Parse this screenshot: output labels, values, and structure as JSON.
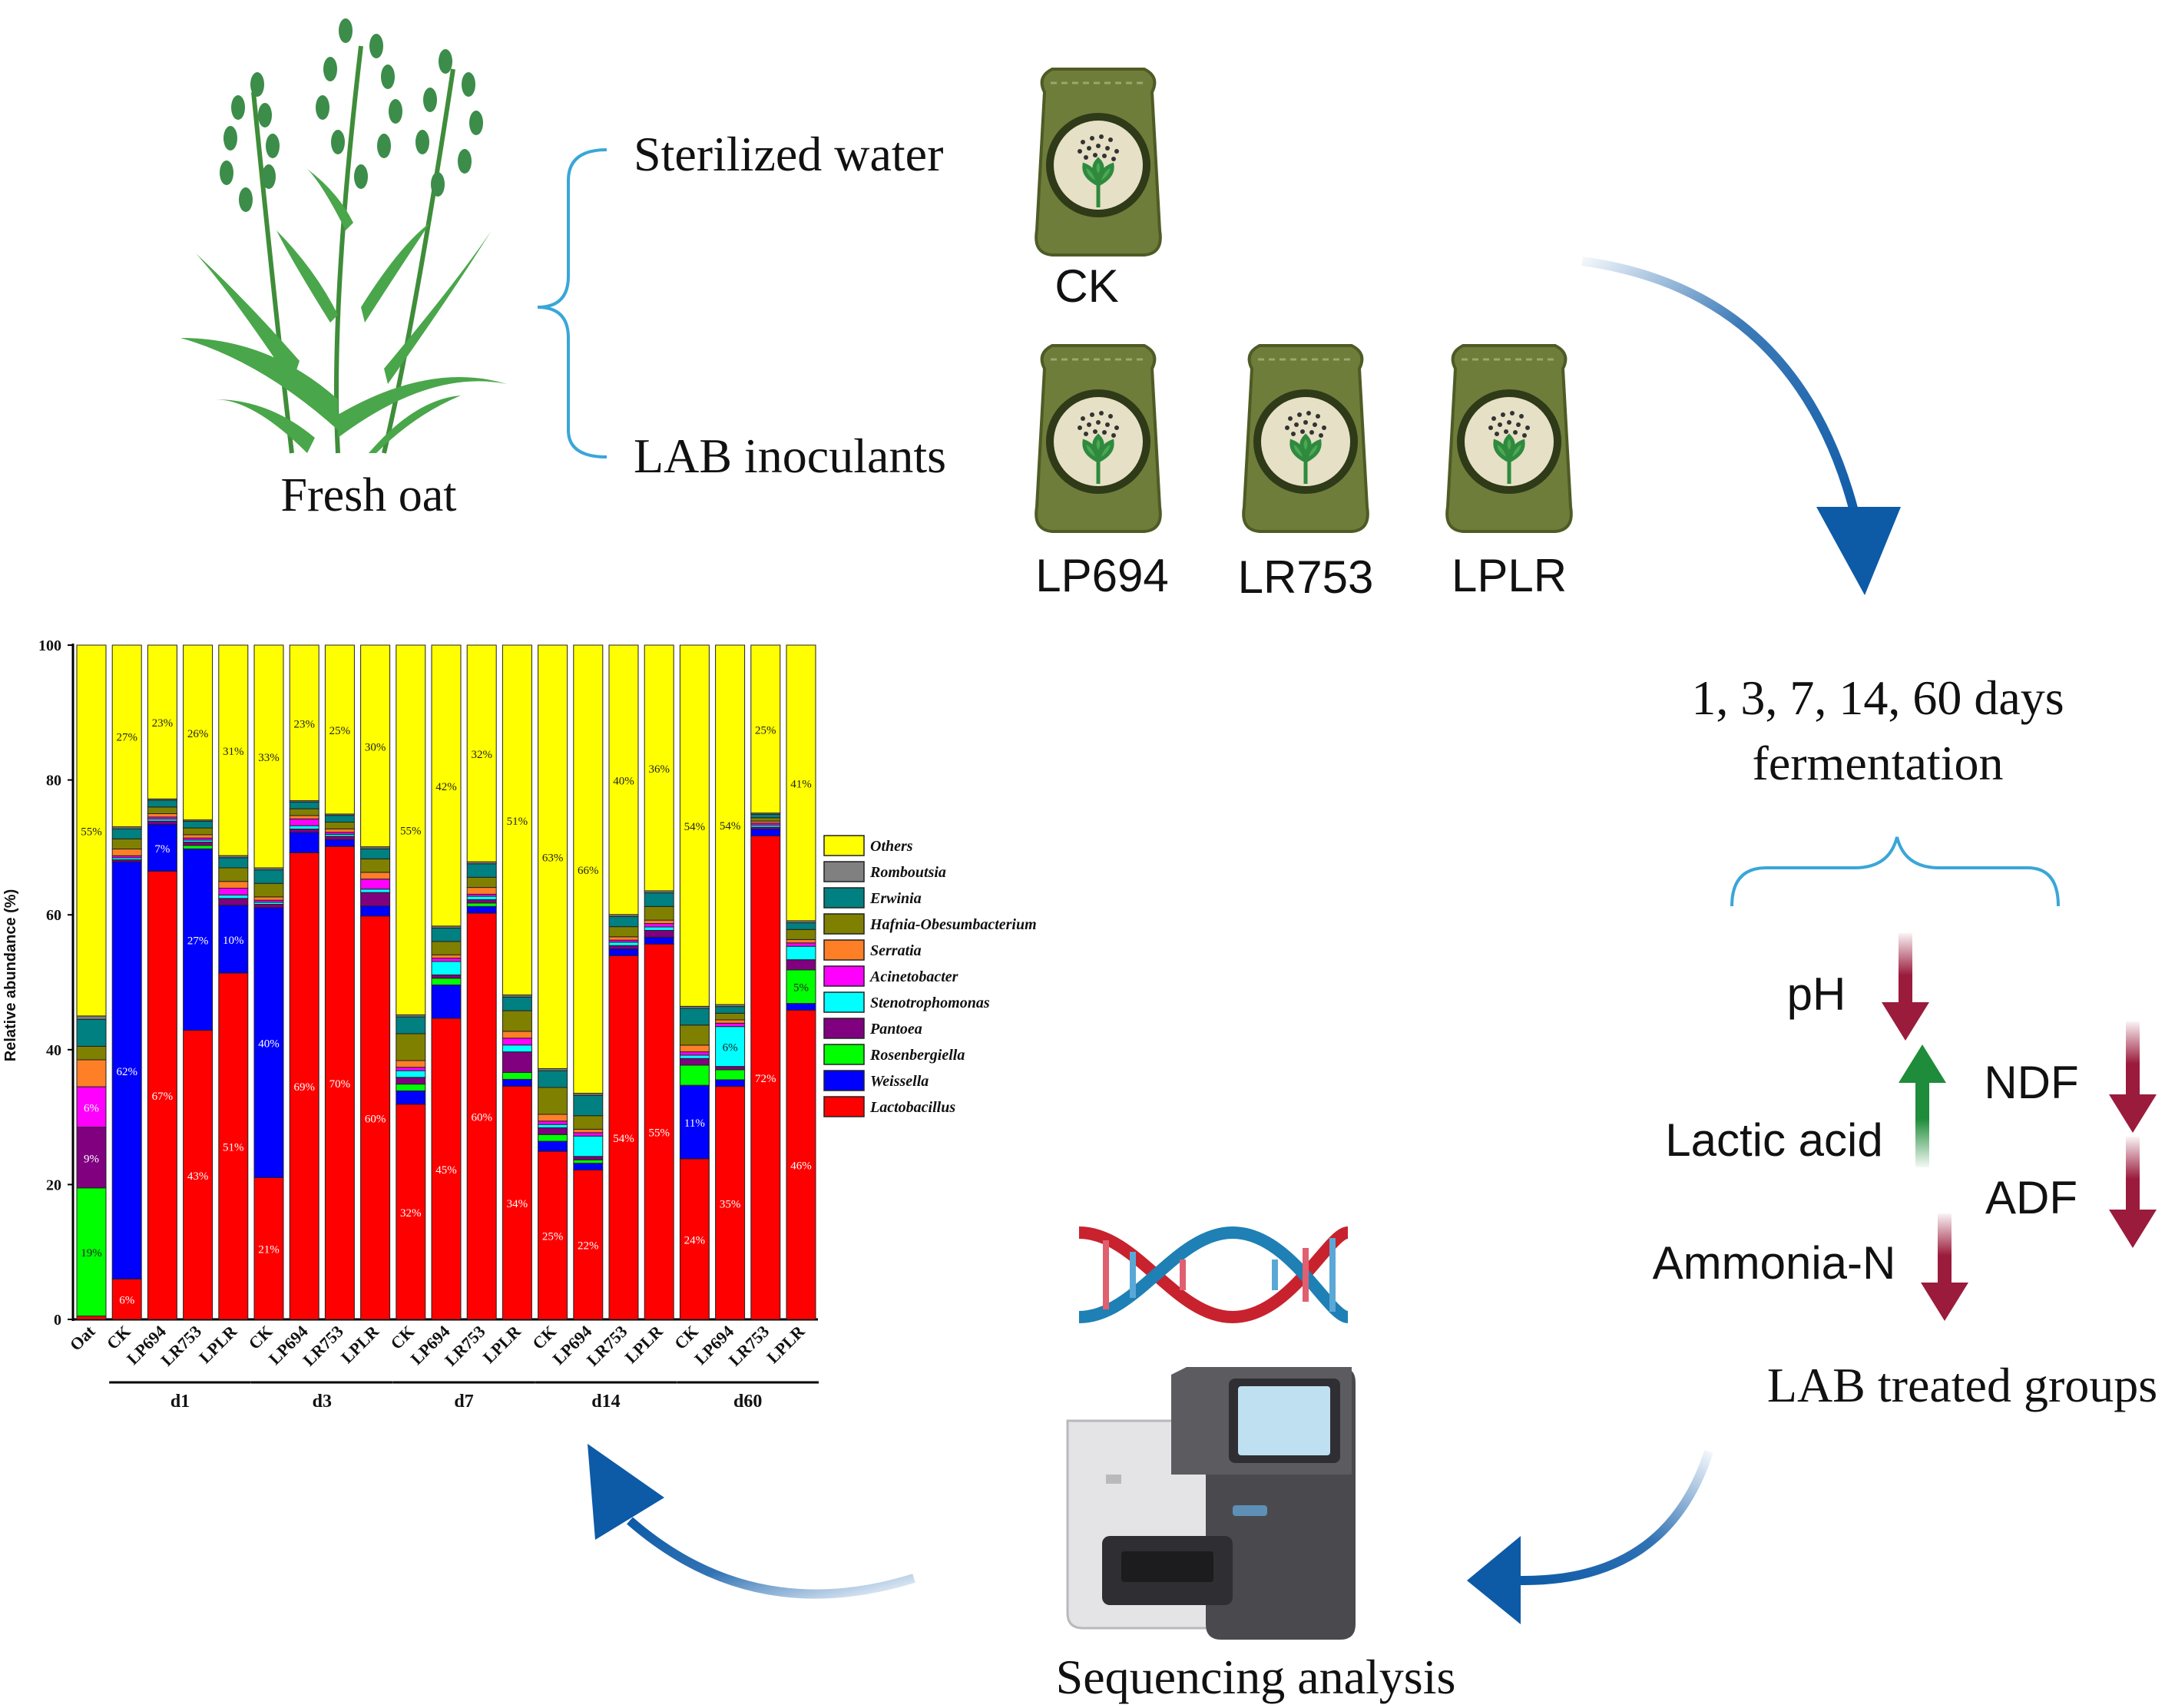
{
  "labels": {
    "fresh_oat": "Fresh oat",
    "sterilized_water": "Sterilized water",
    "lab_inoculants": "LAB inoculants",
    "ck": "CK",
    "lp694": "LP694",
    "lr753": "LR753",
    "lplr": "LPLR",
    "fermentation_line1": "1, 3, 7, 14, 60 days",
    "fermentation_line2": "fermentation",
    "ph": "pH",
    "lactic_acid": "Lactic acid",
    "ammonia_n": "Ammonia-N",
    "ndf": "NDF",
    "adf": "ADF",
    "lab_treated_groups": "LAB treated groups",
    "sequencing_analysis": "Sequencing analysis"
  },
  "colors": {
    "arrow_blue": "#0d5aa7",
    "down_arrow": "#9b1b3c",
    "up_arrow": "#1e8c3a",
    "brace_blue": "#3aa6d8",
    "bag_green": "#6e7d3a",
    "dna_red": "#c8222e",
    "dna_blue": "#1e80b4"
  },
  "chart_data": {
    "type": "bar",
    "stacked": true,
    "ylabel": "Relative abundance (%)",
    "ylim": [
      0,
      100
    ],
    "yticks": [
      "0",
      "20",
      "40",
      "60",
      "80",
      "100"
    ],
    "categories": [
      "Oat",
      "CK",
      "LP694",
      "LR753",
      "LPLR",
      "CK",
      "LP694",
      "LR753",
      "LPLR",
      "CK",
      "LP694",
      "LR753",
      "LPLR",
      "CK",
      "LP694",
      "LR753",
      "LPLR",
      "CK",
      "LP694",
      "LR753",
      "LPLR"
    ],
    "groups": [
      {
        "name": "d1",
        "from": 1,
        "to": 4
      },
      {
        "name": "d3",
        "from": 5,
        "to": 8
      },
      {
        "name": "d7",
        "from": 9,
        "to": 12
      },
      {
        "name": "d14",
        "from": 13,
        "to": 16
      },
      {
        "name": "d60",
        "from": 17,
        "to": 20
      }
    ],
    "legend_position": "right",
    "series": [
      {
        "name": "Lactobacillus",
        "color": "#ff0000",
        "values": [
          0.5,
          6,
          67,
          43,
          51,
          21,
          69,
          70,
          60,
          32,
          45,
          60,
          34,
          25,
          22,
          54,
          55,
          24,
          35,
          72,
          46
        ]
      },
      {
        "name": "Weissella",
        "color": "#0000ff",
        "values": [
          0,
          62,
          7,
          27,
          10,
          40,
          3,
          1,
          1.5,
          2,
          5,
          1,
          1,
          1.5,
          1,
          1,
          1,
          11,
          1,
          1,
          1
        ]
      },
      {
        "name": "Rosenbergiella",
        "color": "#00ff00",
        "values": [
          19,
          0,
          0,
          0.5,
          0,
          0,
          0,
          0,
          0,
          1,
          1,
          0.5,
          1,
          1,
          0.5,
          0,
          0,
          3,
          1.5,
          0,
          5
        ]
      },
      {
        "name": "Pantoea",
        "color": "#800080",
        "values": [
          9,
          0.3,
          0.5,
          0.5,
          1,
          0.5,
          0.5,
          0.5,
          2,
          1,
          0.5,
          0.5,
          3,
          1,
          0.5,
          0.5,
          1,
          1,
          0.5,
          0.3,
          1.5
        ]
      },
      {
        "name": "Stenotrophomonas",
        "color": "#00ffff",
        "values": [
          0,
          0.3,
          0.3,
          0.3,
          0.5,
          0.3,
          0.5,
          0.3,
          0.5,
          1,
          2,
          0.5,
          1,
          0.5,
          3,
          0.5,
          0.5,
          0.5,
          6,
          0.3,
          2
        ]
      },
      {
        "name": "Acinetobacter",
        "color": "#ff00ff",
        "values": [
          6,
          0.3,
          0.3,
          0.3,
          1,
          0.3,
          1,
          0.3,
          1.5,
          0.5,
          0.5,
          0.3,
          1,
          0.5,
          0.5,
          0.3,
          0.5,
          0.5,
          0.5,
          0.3,
          0.5
        ]
      },
      {
        "name": "Serratia",
        "color": "#ff7f27",
        "values": [
          4,
          1,
          0.5,
          0.5,
          1,
          0.5,
          0.5,
          0.5,
          1,
          1,
          0.5,
          1,
          1,
          1,
          0.5,
          0.5,
          0.5,
          1,
          0.5,
          0.3,
          0.5
        ]
      },
      {
        "name": "Hafnia-Obesumbacterium",
        "color": "#808000",
        "values": [
          2,
          1.5,
          1,
          1,
          2,
          2,
          1,
          1,
          2,
          4,
          2,
          1.5,
          3,
          4,
          2,
          1.5,
          2,
          3,
          1,
          0.5,
          1.5
        ]
      },
      {
        "name": "Erwinia",
        "color": "#008080",
        "values": [
          4,
          1.5,
          1,
          1,
          1.5,
          2,
          1,
          1,
          1.5,
          2.5,
          2,
          2,
          2,
          2.5,
          3,
          1.5,
          2,
          2.5,
          1,
          0.5,
          1
        ]
      },
      {
        "name": "Romboutsia",
        "color": "#808080",
        "values": [
          0.5,
          0.3,
          0.2,
          0.2,
          0.3,
          0.3,
          0.2,
          0.2,
          0.3,
          0.3,
          0.3,
          0.3,
          0.3,
          0.3,
          0.3,
          0.3,
          0.3,
          0.3,
          0.3,
          0.2,
          0.3
        ]
      },
      {
        "name": "Others",
        "color": "#ffff00",
        "values": [
          55,
          27,
          23,
          26,
          31,
          33,
          23,
          25,
          30,
          55,
          42,
          32,
          51,
          63,
          66,
          40,
          36,
          54,
          54,
          25,
          41
        ]
      }
    ],
    "data_labels": [
      {
        "bar": 0,
        "series": 2,
        "text": "19%"
      },
      {
        "bar": 0,
        "series": 3,
        "text": "9%"
      },
      {
        "bar": 0,
        "series": 5,
        "text": "6%"
      },
      {
        "bar": 0,
        "series": 10,
        "text": "55%"
      },
      {
        "bar": 1,
        "series": 0,
        "text": "6%"
      },
      {
        "bar": 1,
        "series": 1,
        "text": "62%"
      },
      {
        "bar": 1,
        "series": 10,
        "text": "27%"
      },
      {
        "bar": 2,
        "series": 0,
        "text": "67%"
      },
      {
        "bar": 2,
        "series": 1,
        "text": "7%"
      },
      {
        "bar": 2,
        "series": 10,
        "text": "23%"
      },
      {
        "bar": 3,
        "series": 0,
        "text": "43%"
      },
      {
        "bar": 3,
        "series": 1,
        "text": "27%"
      },
      {
        "bar": 3,
        "series": 10,
        "text": "26%"
      },
      {
        "bar": 4,
        "series": 0,
        "text": "51%"
      },
      {
        "bar": 4,
        "series": 1,
        "text": "10%"
      },
      {
        "bar": 4,
        "series": 10,
        "text": "31%"
      },
      {
        "bar": 5,
        "series": 0,
        "text": "21%"
      },
      {
        "bar": 5,
        "series": 1,
        "text": "40%"
      },
      {
        "bar": 5,
        "series": 10,
        "text": "33%"
      },
      {
        "bar": 6,
        "series": 0,
        "text": "69%"
      },
      {
        "bar": 6,
        "series": 10,
        "text": "23%"
      },
      {
        "bar": 7,
        "series": 0,
        "text": "70%"
      },
      {
        "bar": 7,
        "series": 10,
        "text": "25%"
      },
      {
        "bar": 8,
        "series": 0,
        "text": "60%"
      },
      {
        "bar": 8,
        "series": 10,
        "text": "30%"
      },
      {
        "bar": 9,
        "series": 0,
        "text": "32%"
      },
      {
        "bar": 9,
        "series": 10,
        "text": "55%"
      },
      {
        "bar": 10,
        "series": 0,
        "text": "45%"
      },
      {
        "bar": 10,
        "series": 10,
        "text": "42%"
      },
      {
        "bar": 11,
        "series": 0,
        "text": "60%"
      },
      {
        "bar": 11,
        "series": 10,
        "text": "32%"
      },
      {
        "bar": 12,
        "series": 0,
        "text": "34%"
      },
      {
        "bar": 12,
        "series": 10,
        "text": "51%"
      },
      {
        "bar": 13,
        "series": 0,
        "text": "25%"
      },
      {
        "bar": 13,
        "series": 10,
        "text": "63%"
      },
      {
        "bar": 14,
        "series": 0,
        "text": "22%"
      },
      {
        "bar": 14,
        "series": 10,
        "text": "66%"
      },
      {
        "bar": 15,
        "series": 0,
        "text": "54%"
      },
      {
        "bar": 15,
        "series": 10,
        "text": "40%"
      },
      {
        "bar": 16,
        "series": 0,
        "text": "55%"
      },
      {
        "bar": 16,
        "series": 10,
        "text": "36%"
      },
      {
        "bar": 17,
        "series": 0,
        "text": "24%"
      },
      {
        "bar": 17,
        "series": 1,
        "text": "11%"
      },
      {
        "bar": 17,
        "series": 10,
        "text": "54%"
      },
      {
        "bar": 18,
        "series": 0,
        "text": "35%"
      },
      {
        "bar": 18,
        "series": 4,
        "text": "6%"
      },
      {
        "bar": 18,
        "series": 10,
        "text": "54%"
      },
      {
        "bar": 19,
        "series": 0,
        "text": "72%"
      },
      {
        "bar": 19,
        "series": 10,
        "text": "25%"
      },
      {
        "bar": 20,
        "series": 0,
        "text": "46%"
      },
      {
        "bar": 20,
        "series": 2,
        "text": "5%"
      },
      {
        "bar": 20,
        "series": 10,
        "text": "41%"
      }
    ]
  }
}
